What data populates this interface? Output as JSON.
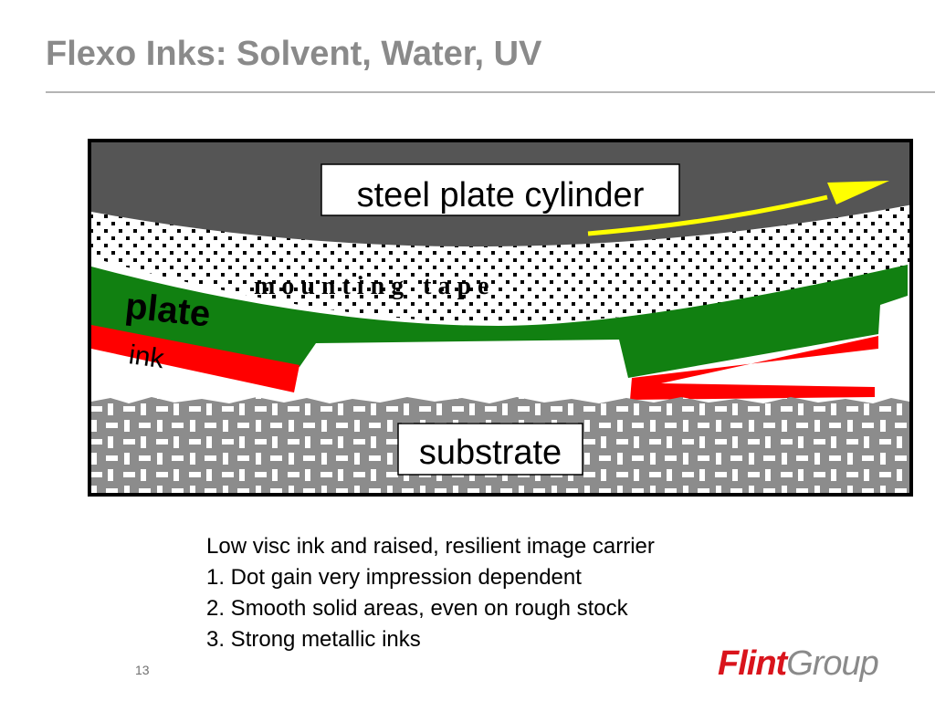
{
  "title": "Flexo Inks: Solvent, Water, UV",
  "diagram": {
    "labels": {
      "cylinder": "steel plate cylinder",
      "tape": "m o u n t i n g   t a p e",
      "plate": "plate",
      "ink": "ink",
      "substrate": "substrate"
    },
    "colors": {
      "cylinder": "#555555",
      "plate": "#118011",
      "ink": "#ff0000",
      "arrow": "#ffff00",
      "substrate": "#8c8c8c"
    }
  },
  "caption": {
    "lines": [
      "Low visc ink and raised, resilient image carrier",
      "1. Dot gain very impression dependent",
      "2. Smooth solid areas, even on rough stock",
      "3. Strong metallic inks"
    ]
  },
  "page_number": "13",
  "logo": {
    "part1": "Flint",
    "part2": "Group"
  }
}
